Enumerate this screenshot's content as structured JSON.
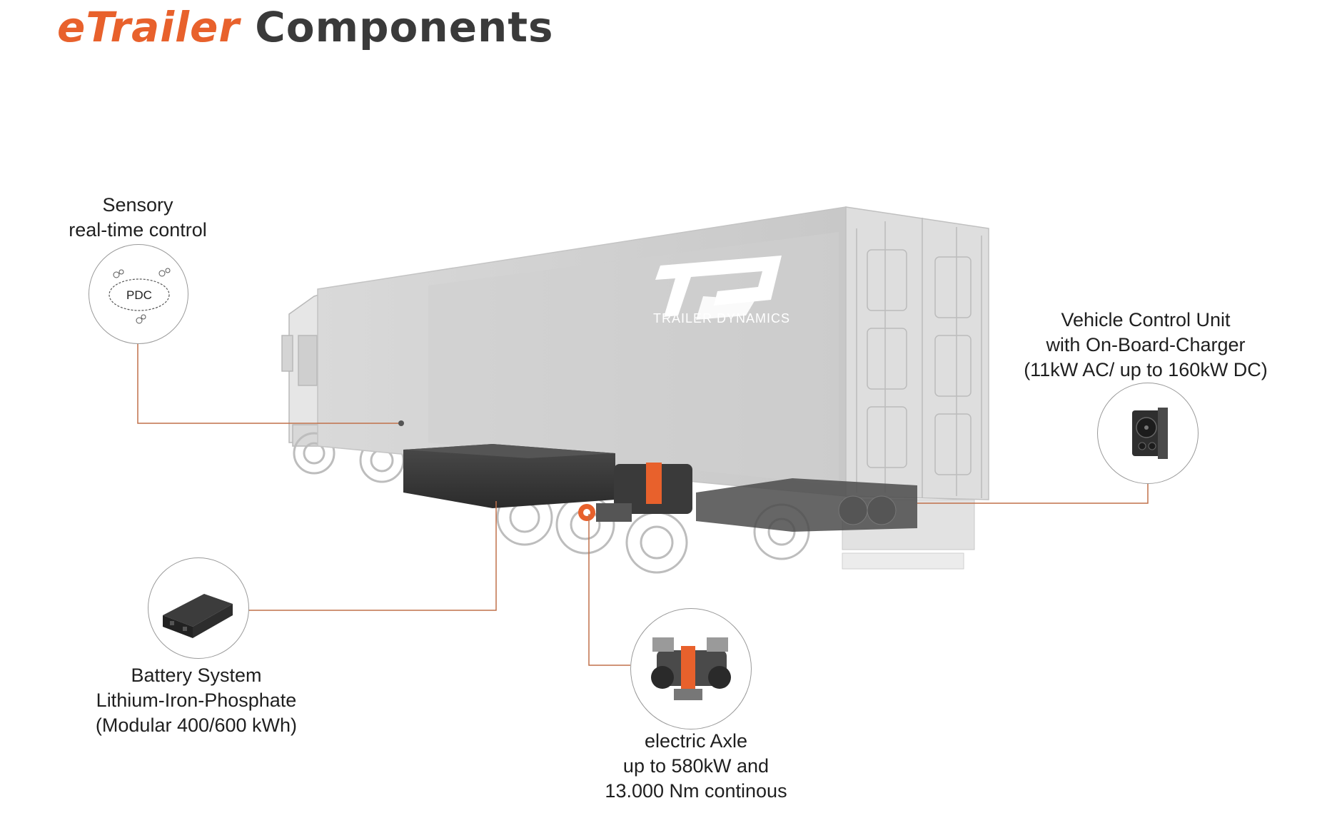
{
  "title": {
    "part1": "eTrailer",
    "part2": "Components"
  },
  "logo": {
    "mark": "TD",
    "brand": "TRAILER DYNAMICS"
  },
  "components": {
    "sensory": {
      "lines": [
        "Sensory",
        "real-time control"
      ],
      "icon_text": "PDC",
      "icon": "pdc-sensor-icon"
    },
    "vcu": {
      "lines": [
        "Vehicle Control Unit",
        "with On-Board-Charger",
        "(11kW AC/ up to 160kW DC)"
      ],
      "icon": "charging-socket-icon"
    },
    "battery": {
      "lines": [
        "Battery System",
        "Lithium-Iron-Phosphate",
        "(Modular 400/600 kWh)"
      ],
      "icon": "battery-pack-icon"
    },
    "axle": {
      "lines": [
        "electric Axle",
        "up to 580kW and",
        "13.000 Nm continous"
      ],
      "icon": "electric-axle-icon"
    }
  },
  "colors": {
    "accent": "#e8612c",
    "dark": "#3a3a3a",
    "leader_line": "#c0704a"
  }
}
